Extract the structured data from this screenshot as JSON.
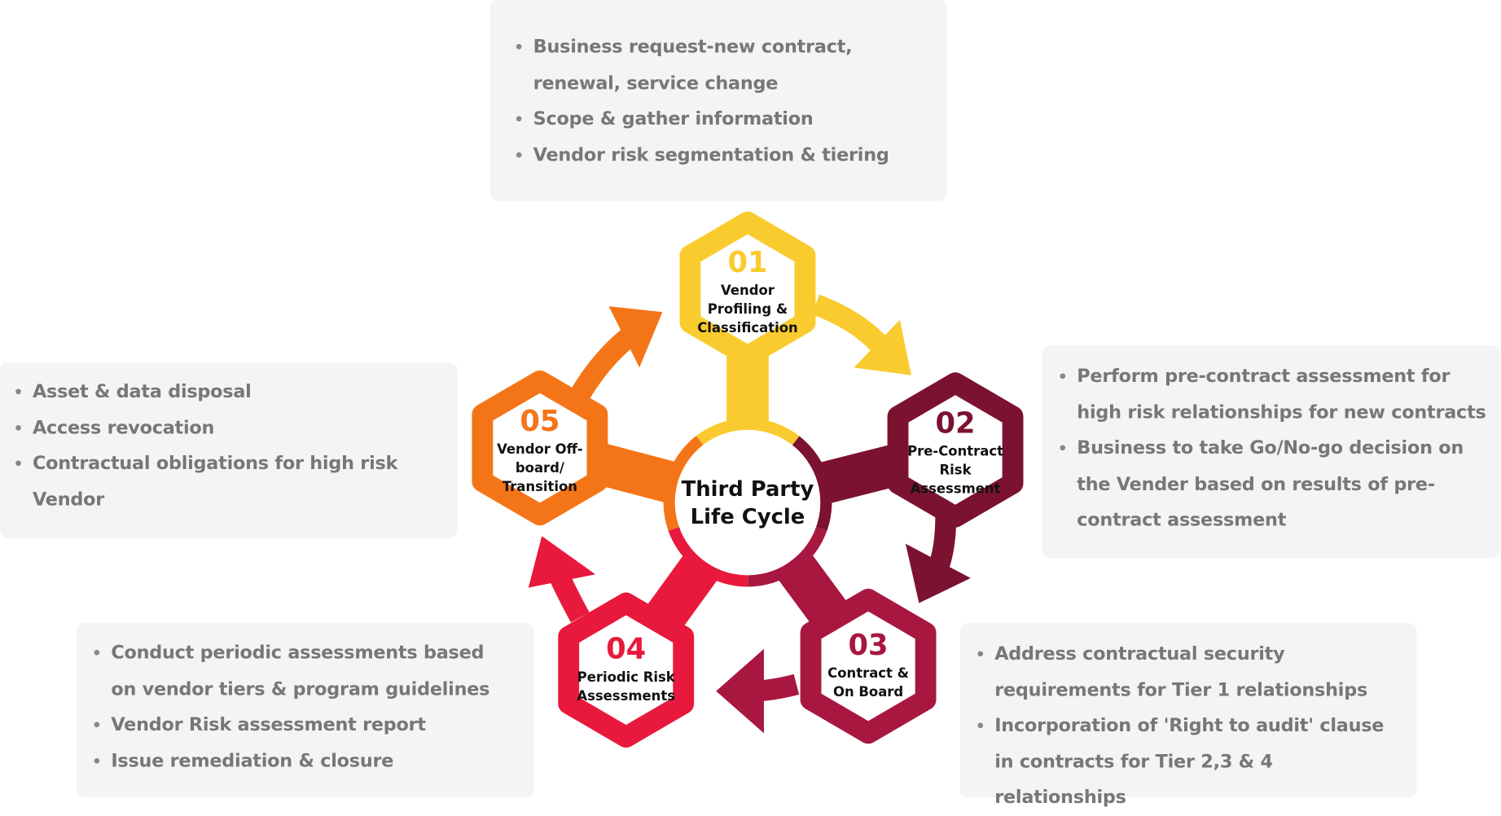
{
  "center_title": [
    "Third Party",
    "Life Cycle"
  ],
  "steps": [
    {
      "number": "01",
      "label": [
        "Vendor",
        "Profiling  &",
        "Classification"
      ],
      "color": "#F9CB2F"
    },
    {
      "number": "02",
      "label": [
        "Pre-Contract",
        "Risk",
        "Assessment"
      ],
      "color": "#7B1230"
    },
    {
      "number": "03",
      "label": [
        "Contract &",
        "On Board"
      ],
      "color": "#A8173F"
    },
    {
      "number": "04",
      "label": [
        "Periodic Risk",
        "Assessments"
      ],
      "color": "#E8193C"
    },
    {
      "number": "05",
      "label": [
        "Vendor Off-",
        "board/",
        "Transition"
      ],
      "color": "#F47518"
    }
  ],
  "boxes": {
    "step01": [
      "Business request-new contract, renewal, service change",
      "Scope & gather information",
      "Vendor risk segmentation & tiering"
    ],
    "step02": [
      "Perform pre-contract assessment for high risk relationships for new contracts",
      "Business to take Go/No-go decision on the Vender based on results of pre-contract assessment"
    ],
    "step03": [
      "Address contractual security requirements for Tier 1 relationships",
      "Incorporation of 'Right to audit' clause in contracts for Tier 2,3 & 4 relationships"
    ],
    "step04": [
      "Conduct periodic assessments based on vendor tiers & program guidelines",
      "Vendor Risk assessment report",
      "Issue remediation & closure"
    ],
    "step05": [
      "Asset & data disposal",
      "Access revocation",
      "Contractual obligations for high risk Vendor"
    ]
  }
}
